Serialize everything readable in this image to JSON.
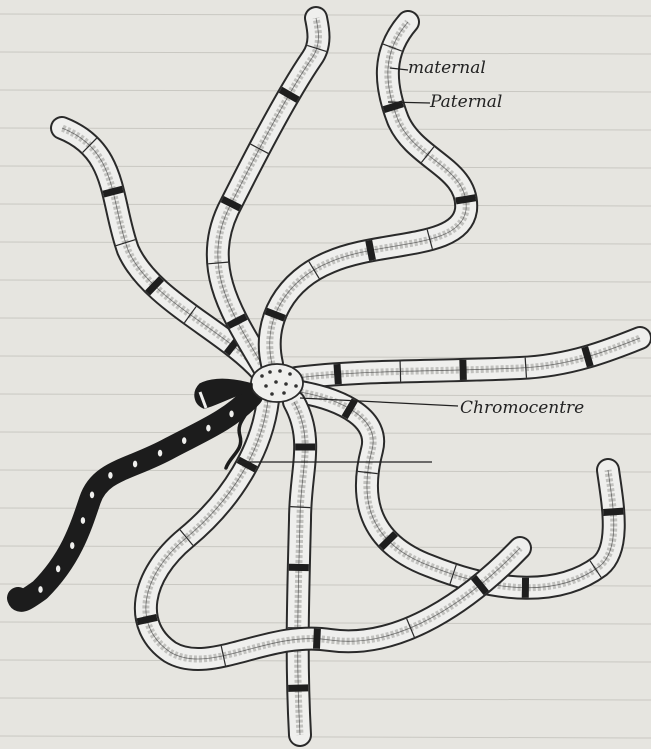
{
  "labels": {
    "maternal": "maternal",
    "paternal": "Paternal",
    "chromocentre": "Chromocentre"
  },
  "colors": {
    "paper": "#e6e5e0",
    "ruled_line": "#c9c8c2",
    "chromosome_fill": "#efefed",
    "chromosome_outline": "#2a2a2a",
    "shading": "#9a9a98",
    "band": "#1e1e1e",
    "x_chromosome": "#1c1c1c"
  },
  "diagram": {
    "type": "polytene-chromosome-sketch",
    "arms": 7,
    "has_chromocentre": true,
    "has_dark_x_arm": true
  }
}
